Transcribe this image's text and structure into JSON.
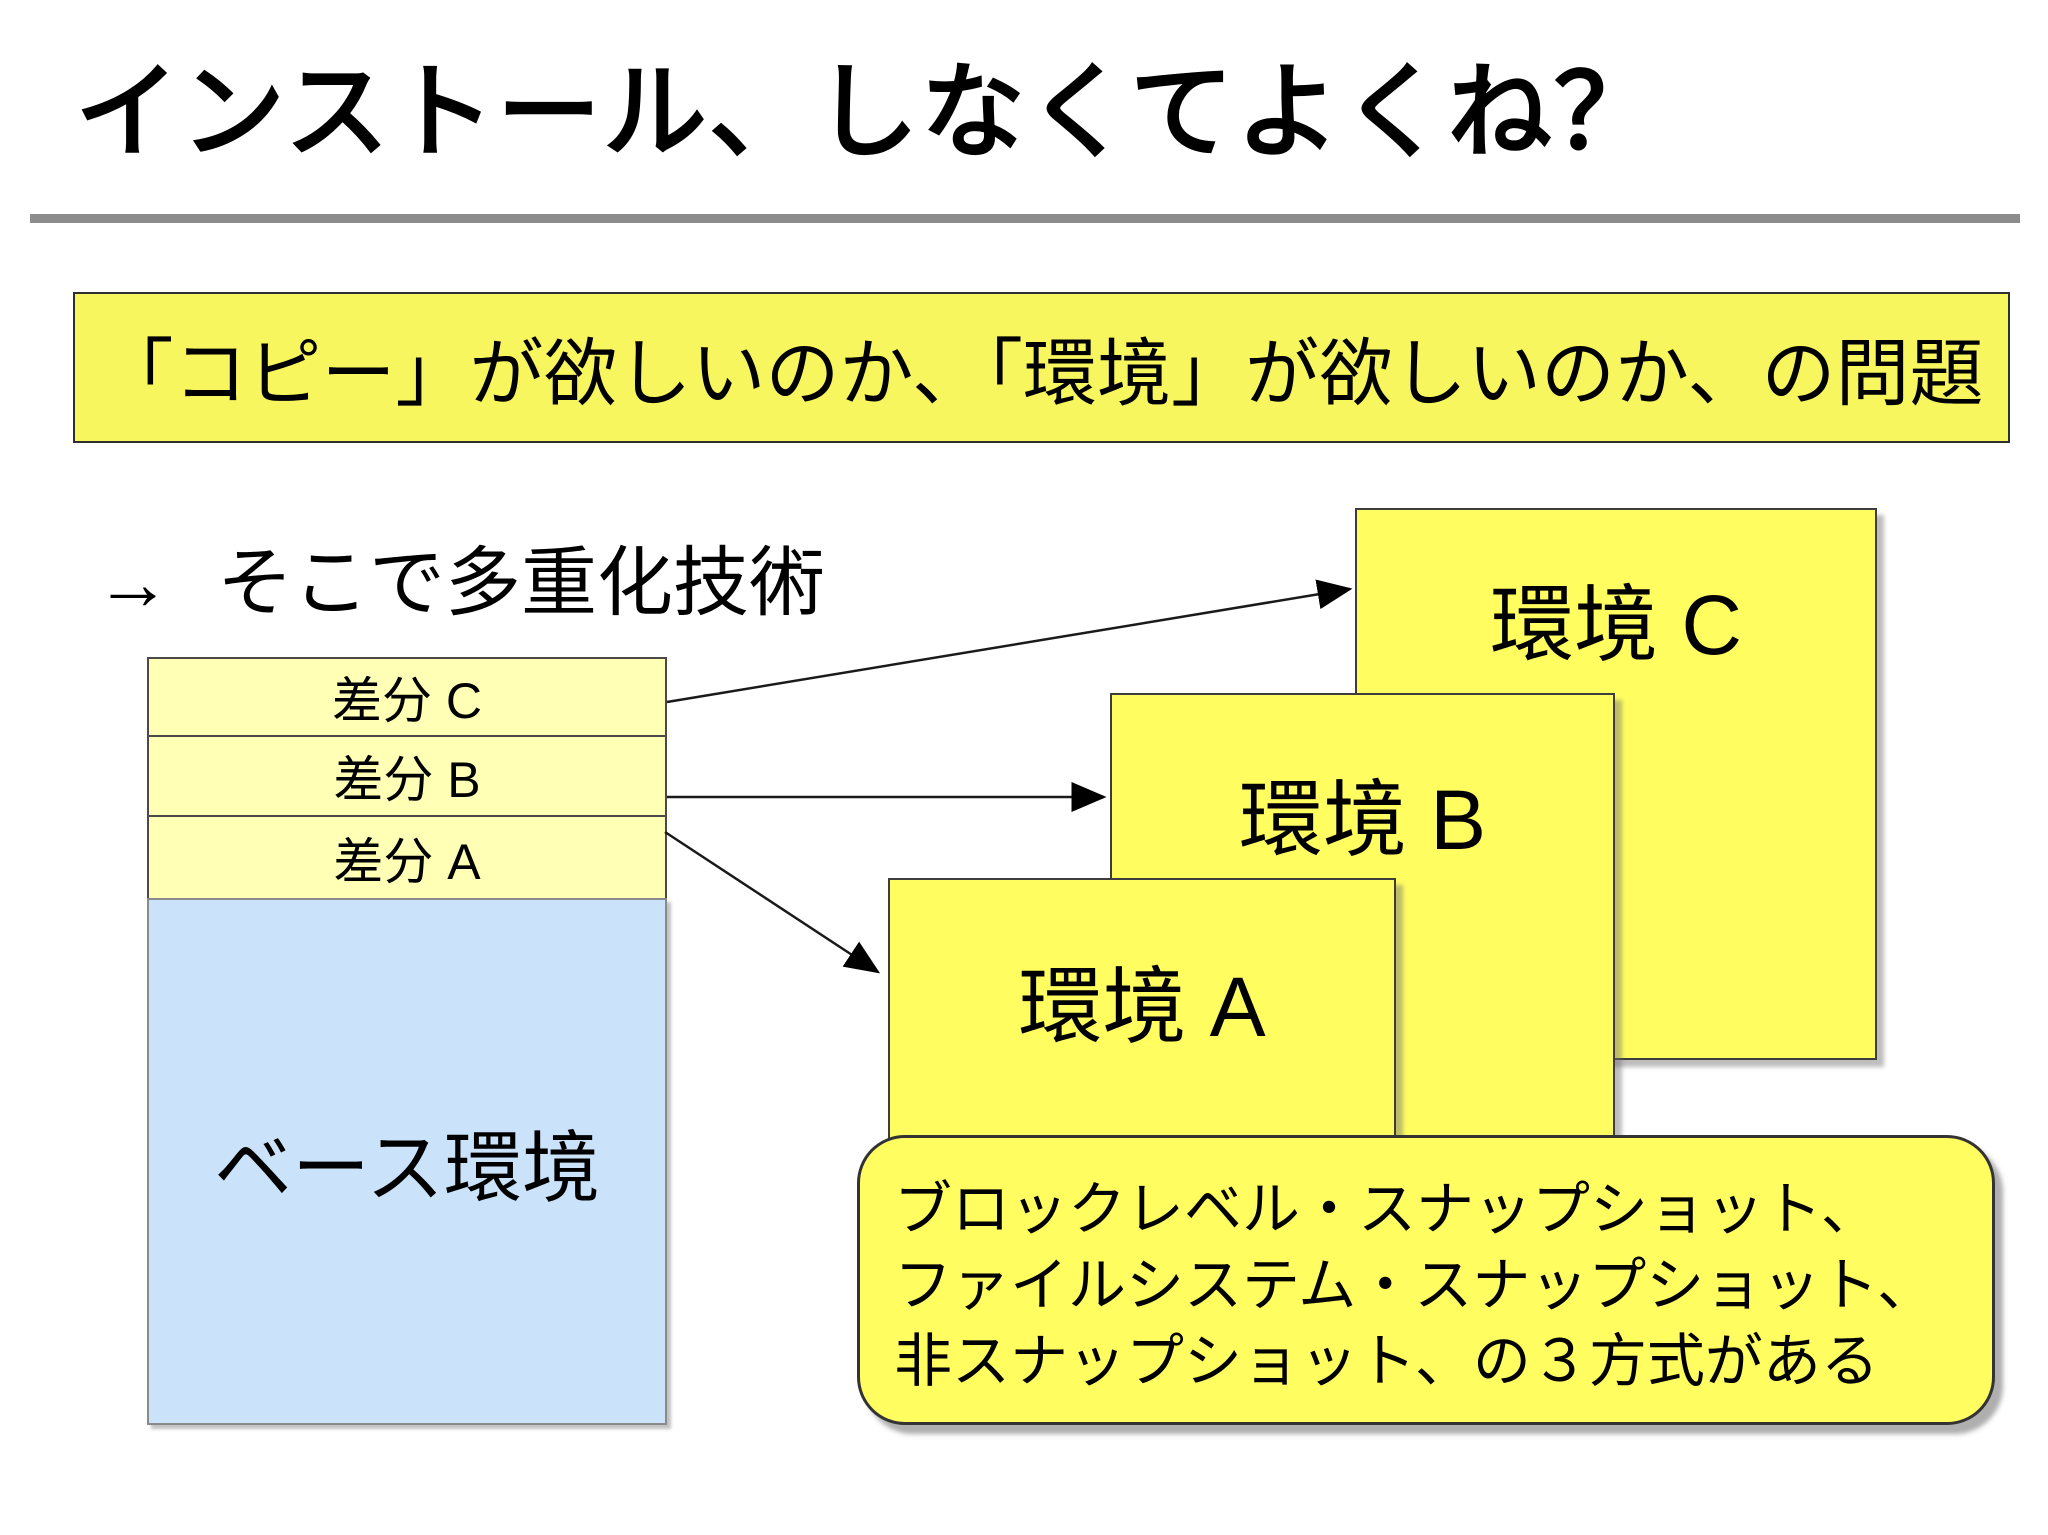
{
  "slide": {
    "title": "インストール、しなくてよくね？",
    "statement": "「コピー」が欲しいのか、「環境」が欲しいのか、の問題",
    "lead_arrow": "→",
    "lead_text": "そこで多重化技術",
    "stack": {
      "layers": [
        {
          "label": "差分 C"
        },
        {
          "label": "差分 B"
        },
        {
          "label": "差分 A"
        }
      ],
      "base_label": "ベース環境"
    },
    "environments": [
      {
        "label": "環境 C"
      },
      {
        "label": "環境 B"
      },
      {
        "label": "環境 A"
      }
    ],
    "note": {
      "lines": [
        "ブロックレベル・スナップショット、",
        "ファイルシステム・スナップショット、",
        "非スナップショット、の３方式がある"
      ]
    },
    "colors": {
      "highlight_yellow": "#f7f65f",
      "env_yellow": "#fffd60",
      "layer_yellow": "#ffffb5",
      "base_blue": "#cae3fa",
      "rule_gray": "#8c8c8c",
      "text_black": "#000000"
    }
  }
}
